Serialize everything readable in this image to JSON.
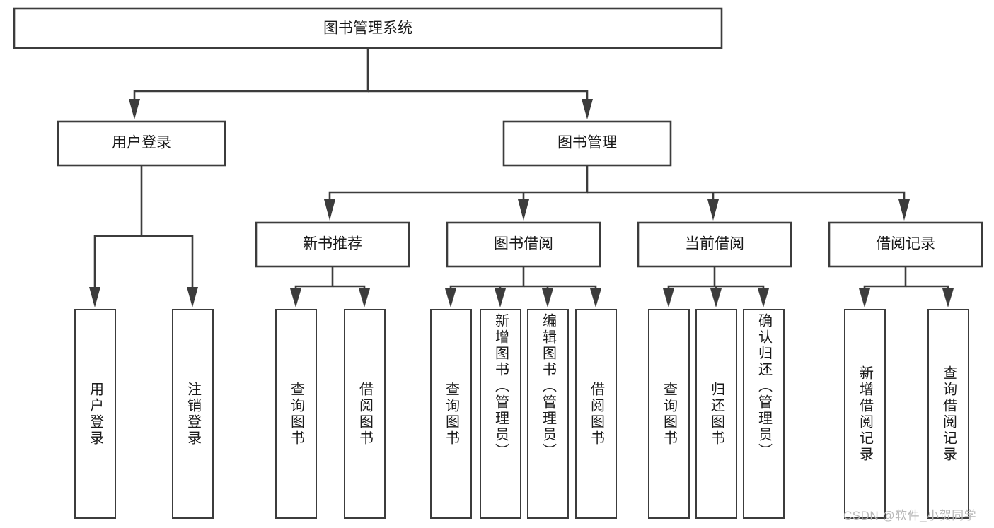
{
  "diagram": {
    "title": "图书管理系统",
    "type": "tree",
    "watermark": "CSDN @软件_小贺同学",
    "colors": {
      "box_stroke": "#3c3c3c",
      "box_fill": "#ffffff",
      "connector": "#3c3c3c",
      "text": "#1a1a1a",
      "watermark": "#b8b8b8"
    },
    "root": {
      "label": "图书管理系统"
    },
    "level1": [
      {
        "label": "用户登录"
      },
      {
        "label": "图书管理"
      }
    ],
    "level2": [
      {
        "label": "新书推荐"
      },
      {
        "label": "图书借阅"
      },
      {
        "label": "当前借阅"
      },
      {
        "label": "借阅记录"
      }
    ],
    "leaves": {
      "user_login": [
        {
          "label": "用户登录"
        },
        {
          "label": "注销登录"
        }
      ],
      "new_book_recommend": [
        {
          "label": "查询图书"
        },
        {
          "label": "借阅图书"
        }
      ],
      "book_borrow": [
        {
          "label": "查询图书"
        },
        {
          "label": "新增图书（管理员）"
        },
        {
          "label": "编辑图书（管理员）"
        },
        {
          "label": "借阅图书"
        }
      ],
      "current_borrow": [
        {
          "label": "查询图书"
        },
        {
          "label": "归还图书"
        },
        {
          "label": "确认归还（管理员）"
        }
      ],
      "borrow_record": [
        {
          "label": "新增借阅记录"
        },
        {
          "label": "查询借阅记录"
        }
      ]
    }
  }
}
